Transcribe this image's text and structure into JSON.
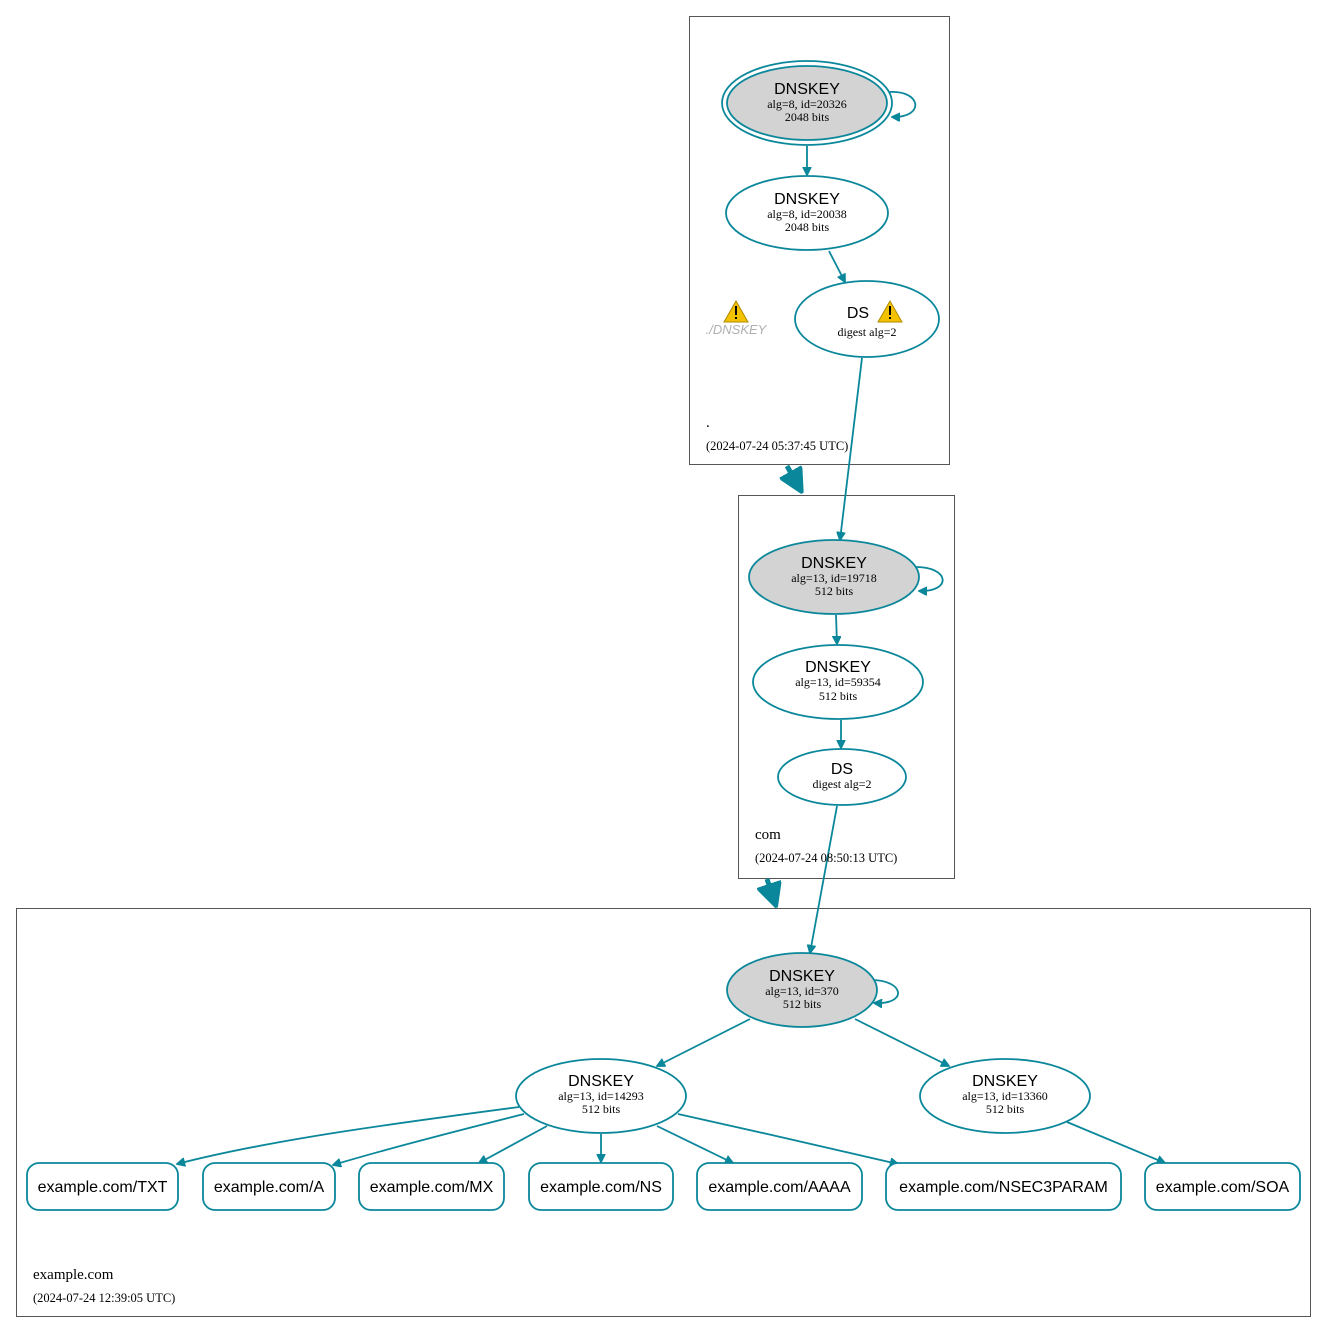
{
  "colors": {
    "edge": "#0a879a",
    "ksk_fill": "#d3d3d3",
    "node_fill": "#ffffff",
    "warning": "#f2c200"
  },
  "zones": {
    "root": {
      "name": ".",
      "timestamp": "(2024-07-24 05:37:45 UTC)",
      "warning_label": "./DNSKEY",
      "ksk": {
        "title": "DNSKEY",
        "line1": "alg=8, id=20326",
        "line2": "2048 bits"
      },
      "zsk": {
        "title": "DNSKEY",
        "line1": "alg=8, id=20038",
        "line2": "2048 bits"
      },
      "ds": {
        "title": "DS",
        "line1": "digest alg=2"
      }
    },
    "com": {
      "name": "com",
      "timestamp": "(2024-07-24 08:50:13 UTC)",
      "ksk": {
        "title": "DNSKEY",
        "line1": "alg=13, id=19718",
        "line2": "512 bits"
      },
      "zsk": {
        "title": "DNSKEY",
        "line1": "alg=13, id=59354",
        "line2": "512 bits"
      },
      "ds": {
        "title": "DS",
        "line1": "digest alg=2"
      }
    },
    "example": {
      "name": "example.com",
      "timestamp": "(2024-07-24 12:39:05 UTC)",
      "ksk": {
        "title": "DNSKEY",
        "line1": "alg=13, id=370",
        "line2": "512 bits"
      },
      "zsk1": {
        "title": "DNSKEY",
        "line1": "alg=13, id=14293",
        "line2": "512 bits"
      },
      "zsk2": {
        "title": "DNSKEY",
        "line1": "alg=13, id=13360",
        "line2": "512 bits"
      },
      "rrsets": [
        "example.com/TXT",
        "example.com/A",
        "example.com/MX",
        "example.com/NS",
        "example.com/AAAA",
        "example.com/NSEC3PARAM",
        "example.com/SOA"
      ]
    }
  }
}
